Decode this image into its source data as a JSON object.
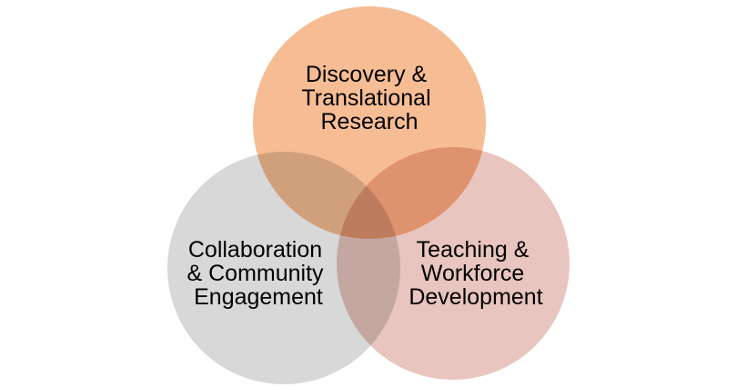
{
  "diagram": {
    "type": "venn",
    "sets": [
      {
        "id": "research",
        "lines": [
          "Discovery &",
          "Translational",
          "Research"
        ],
        "color": "#F6BD94"
      },
      {
        "id": "collaboration",
        "lines": [
          "Collaboration",
          "& Community",
          "Engagement"
        ],
        "color": "#D8D8D8"
      },
      {
        "id": "teaching",
        "lines": [
          "Teaching &",
          "Workforce",
          "Development"
        ],
        "color": "#E8C5BE"
      }
    ]
  }
}
